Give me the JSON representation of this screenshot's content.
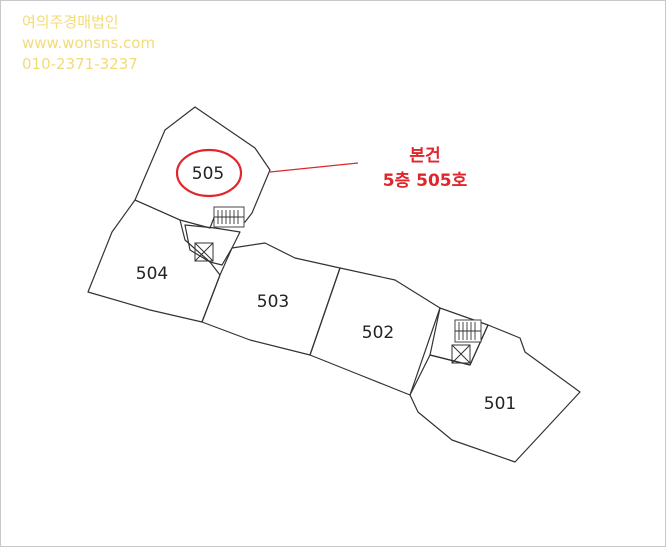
{
  "watermark": {
    "company": "여의주경매법인",
    "website": "www.wonsns.com",
    "phone": "010-2371-3237"
  },
  "units": {
    "u505": "505",
    "u504": "504",
    "u503": "503",
    "u502": "502",
    "u501": "501"
  },
  "callout": {
    "line1": "본건",
    "line2": "5층 505호"
  },
  "colors": {
    "highlight": "#e0262b",
    "watermark": "#f2d86b",
    "wall": "#333333"
  }
}
